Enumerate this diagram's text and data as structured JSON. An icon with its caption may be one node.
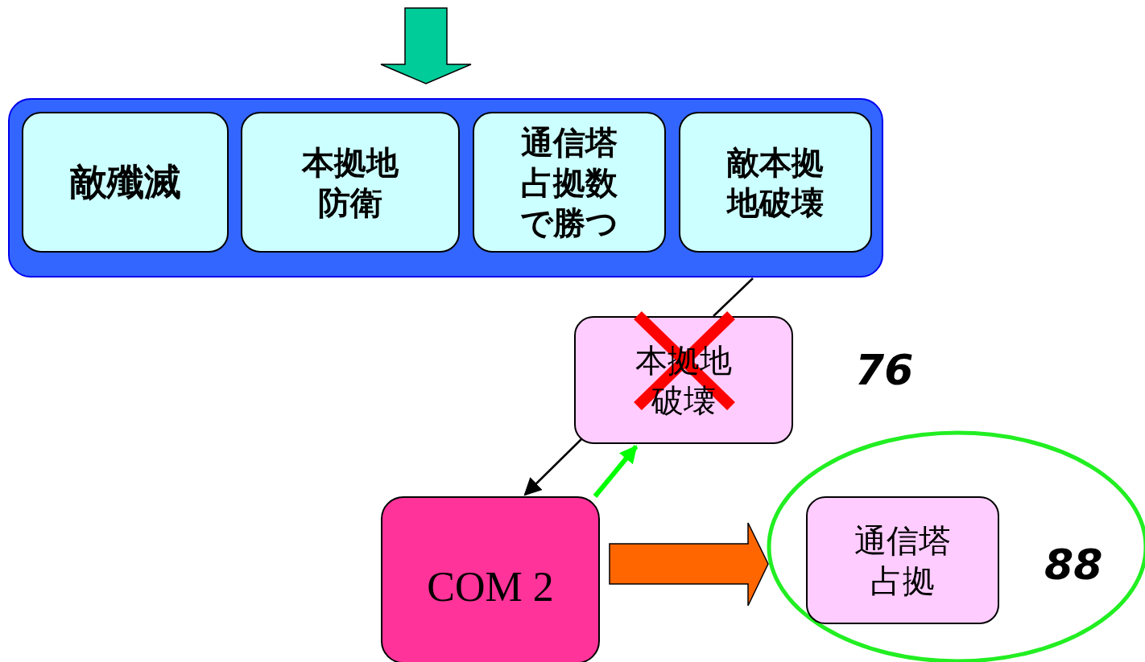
{
  "diagram": {
    "nodes": [
      {
        "text": [],
        "shape": "box"
      },
      {
        "text": [
          "敵殲滅"
        ],
        "in": 0
      },
      {
        "text": [
          "本拠地防衛"
        ],
        "in": 0
      },
      {
        "text": [
          "通信塔占拠数で勝つ"
        ],
        "in": 0
      },
      {
        "text": [
          "敵本拠地破壊"
        ],
        "in": 0
      },
      {
        "text": [
          "本拠地破壊"
        ],
        "beside": [
          "76"
        ]
      },
      {
        "text": [
          "COM 2"
        ]
      },
      {
        "text": [],
        "shape": "ellipse",
        "beside": [
          "88"
        ]
      },
      {
        "text": [
          "通信塔占拠"
        ],
        "in": 7
      }
    ],
    "edges": [
      {
        "from": null,
        "to": 0,
        "arrow": "to",
        "style": "thick",
        "color": "#00cc99"
      },
      {
        "from": 0,
        "to": 5,
        "arrow": "none"
      },
      {
        "from": 5,
        "to": 6,
        "arrow": "to"
      },
      {
        "from": 6,
        "to": 5,
        "arrow": "to",
        "style": "thick",
        "color": "#00ff00"
      },
      {
        "from": 6,
        "to": 7,
        "arrow": "to",
        "style": "thick",
        "color": "#ff6600"
      }
    ]
  }
}
